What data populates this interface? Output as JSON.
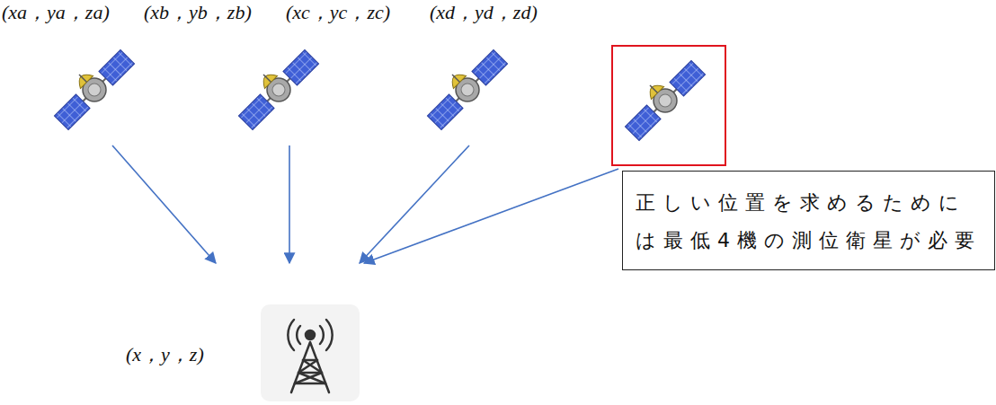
{
  "diagram": {
    "nodes": [
      {
        "text": [
          "(xa，ya，za)"
        ]
      },
      {
        "text": [
          "(xb，yb，zb)"
        ]
      },
      {
        "text": [
          "(xc，yc，zc)"
        ]
      },
      {
        "text": [
          "(xd，yd，zd)"
        ]
      },
      {
        "text": [
          "正しい位置を求めるためには最低4機の測位衛星が必要"
        ]
      },
      {
        "text": [
          "(x，y，z)"
        ]
      }
    ],
    "edges": [
      {
        "from": 0,
        "to": 5,
        "arrow": "to"
      },
      {
        "from": 1,
        "to": 5,
        "arrow": "to"
      },
      {
        "from": 2,
        "to": 5,
        "arrow": "to"
      },
      {
        "from": 3,
        "to": 5,
        "arrow": "to"
      }
    ]
  }
}
